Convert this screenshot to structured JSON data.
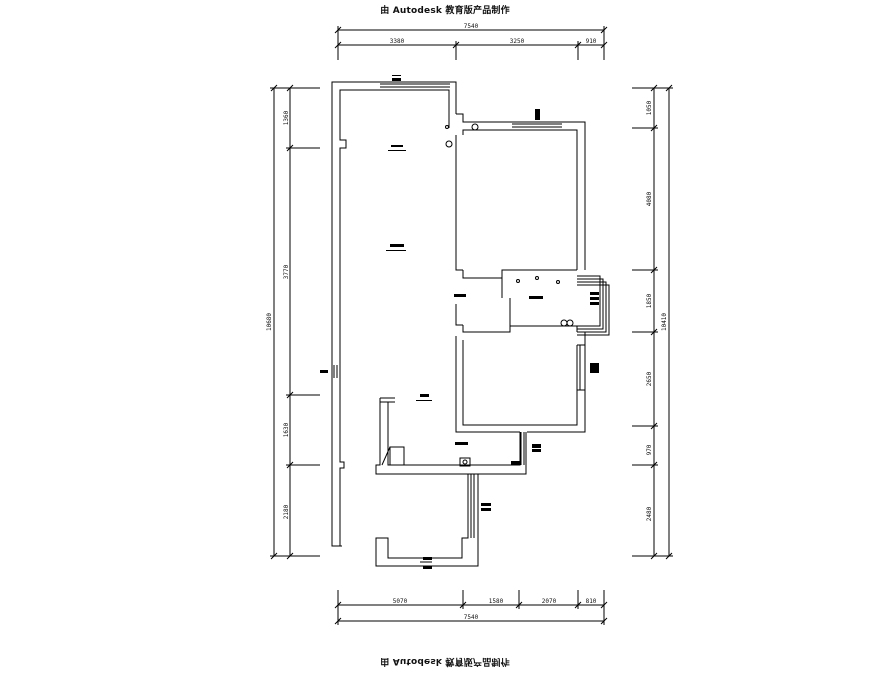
{
  "header": {
    "watermark_top": "由 Autodesk 教育版产品制作"
  },
  "footer": {
    "watermark_bottom": "由 Autodesk 教育版产品制作"
  },
  "dimensions": {
    "top_total": "7540",
    "top_segments": [
      "3380",
      "3250",
      "910"
    ],
    "bottom_total": "7540",
    "bottom_segments": [
      "5070",
      "1580",
      "2070",
      "810"
    ],
    "left_total": "10680",
    "left_segments": [
      "1360",
      "3770",
      "1630",
      "2180"
    ],
    "right_total": "10410",
    "right_segments": [
      "1050",
      "4080",
      "1850",
      "2650",
      "970",
      "2480"
    ]
  }
}
